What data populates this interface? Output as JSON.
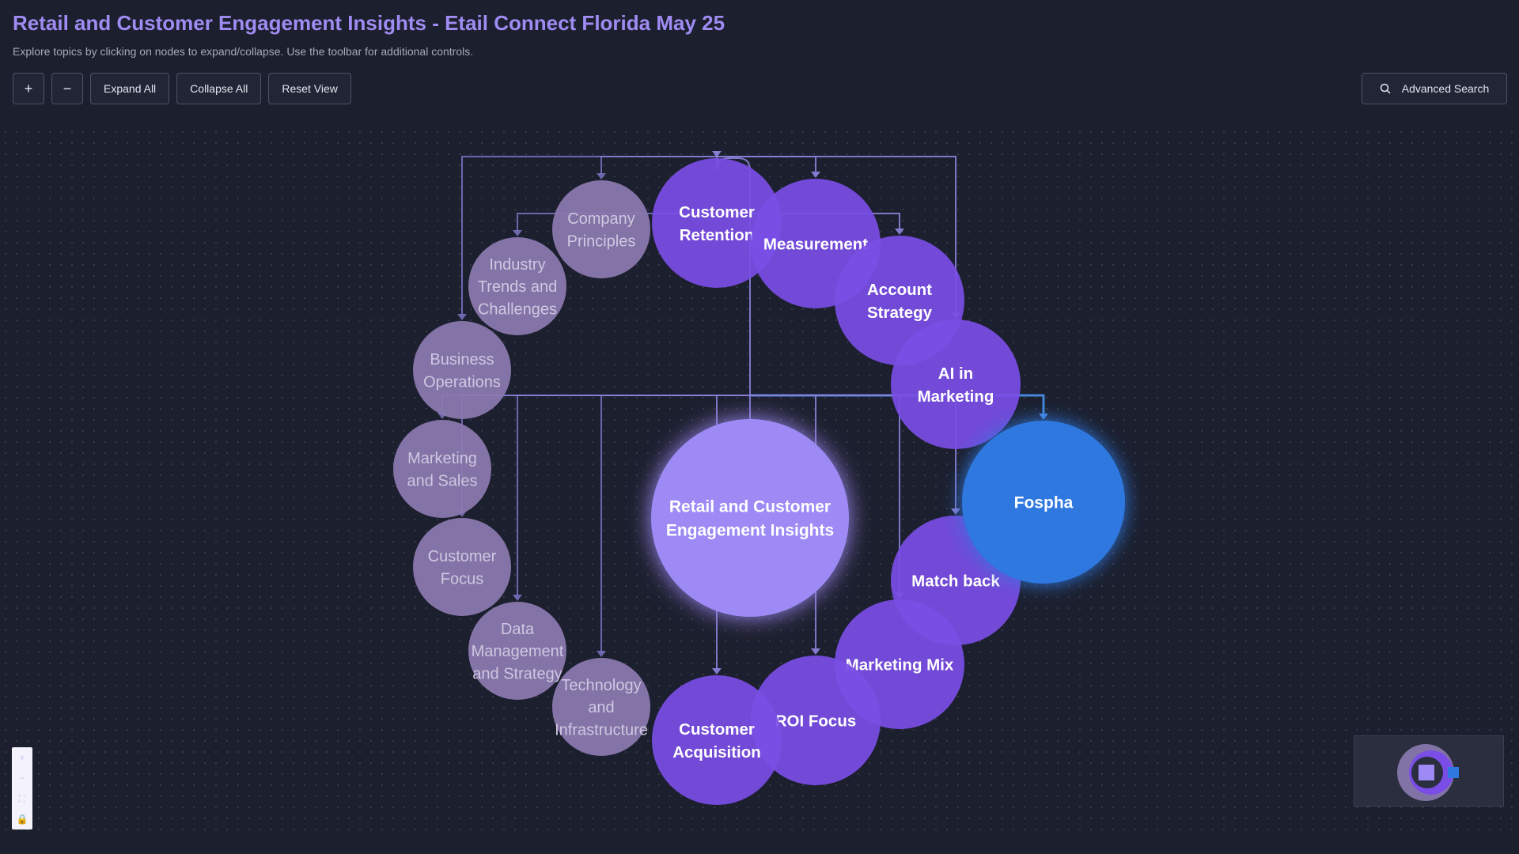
{
  "header": {
    "title": "Retail and Customer Engagement Insights - Etail Connect Florida May 25",
    "subtitle": "Explore topics by clicking on nodes to expand/collapse. Use the toolbar for additional controls."
  },
  "toolbar": {
    "zoom_in": "+",
    "zoom_out": "−",
    "expand_all": "Expand All",
    "collapse_all": "Collapse All",
    "reset_view": "Reset View",
    "advanced_search": "Advanced Search"
  },
  "colors": {
    "background": "#1c1f2e",
    "title": "#9f8cf3",
    "root_node": "#9d8af5",
    "active_node": "#7a4ee6",
    "muted_node": "#8c7bb1",
    "selected_node": "#2e78e0",
    "edge": "#8a7fd8",
    "selected_edge": "#4a90ee"
  },
  "mindmap": {
    "root": {
      "label": [
        "Retail and Customer",
        "Engagement Insights"
      ]
    },
    "nodes": [
      {
        "id": "company-principles",
        "label": [
          "Company",
          "Principles"
        ],
        "state": "muted"
      },
      {
        "id": "customer-retention",
        "label": [
          "Customer",
          "Retention"
        ],
        "state": "active"
      },
      {
        "id": "measurement",
        "label": [
          "Measurement"
        ],
        "state": "active"
      },
      {
        "id": "account-strategy",
        "label": [
          "Account",
          "Strategy"
        ],
        "state": "active"
      },
      {
        "id": "ai-in-marketing",
        "label": [
          "AI in",
          "Marketing"
        ],
        "state": "active"
      },
      {
        "id": "fospha",
        "label": [
          "Fospha"
        ],
        "state": "selected"
      },
      {
        "id": "match-back",
        "label": [
          "Match back"
        ],
        "state": "active"
      },
      {
        "id": "marketing-mix",
        "label": [
          "Marketing Mix"
        ],
        "state": "active"
      },
      {
        "id": "roi-focus",
        "label": [
          "ROI Focus"
        ],
        "state": "active"
      },
      {
        "id": "customer-acquisition",
        "label": [
          "Customer",
          "Acquisition"
        ],
        "state": "active"
      },
      {
        "id": "technology-and-infrastructure",
        "label": [
          "Technology",
          "and",
          "Infrastructure"
        ],
        "state": "muted"
      },
      {
        "id": "data-management-and-strategy",
        "label": [
          "Data",
          "Management",
          "and Strategy"
        ],
        "state": "muted"
      },
      {
        "id": "customer-focus",
        "label": [
          "Customer",
          "Focus"
        ],
        "state": "muted"
      },
      {
        "id": "marketing-and-sales",
        "label": [
          "Marketing",
          "and Sales"
        ],
        "state": "muted"
      },
      {
        "id": "business-operations",
        "label": [
          "Business",
          "Operations"
        ],
        "state": "muted"
      },
      {
        "id": "industry-trends-and-challenges",
        "label": [
          "Industry",
          "Trends and",
          "Challenges"
        ],
        "state": "muted"
      }
    ]
  },
  "zoom_controls": {
    "zoom_in": "+",
    "zoom_out": "−",
    "fit": "⛶",
    "lock": "🔒"
  }
}
